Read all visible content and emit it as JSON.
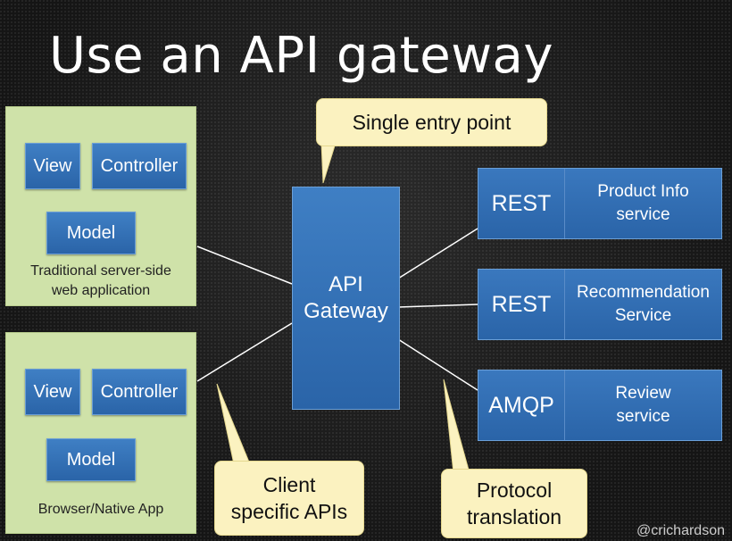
{
  "slide": {
    "title": "Use an API gateway",
    "watermark": "@crichardson"
  },
  "clients": [
    {
      "view": "View",
      "controller": "Controller",
      "model": "Model",
      "caption_line1": "Traditional server-side",
      "caption_line2": "web application"
    },
    {
      "view": "View",
      "controller": "Controller",
      "model": "Model",
      "caption_line1": "Browser/Native App",
      "caption_line2": ""
    }
  ],
  "gateway": {
    "line1": "API",
    "line2": "Gateway"
  },
  "services": [
    {
      "protocol": "REST",
      "name_line1": "Product Info",
      "name_line2": "service"
    },
    {
      "protocol": "REST",
      "name_line1": "Recommendation",
      "name_line2": "Service"
    },
    {
      "protocol": "AMQP",
      "name_line1": "Review",
      "name_line2": "service"
    }
  ],
  "callouts": {
    "entry": "Single entry point",
    "client_line1": "Client",
    "client_line2": "specific APIs",
    "protocol_line1": "Protocol",
    "protocol_line2": "translation"
  },
  "colors": {
    "background": "#1c1c1c",
    "client_panel": "#cfe2a9",
    "box_blue": "#2f6db3",
    "callout": "#fbf2c0",
    "line": "#ffffff"
  }
}
